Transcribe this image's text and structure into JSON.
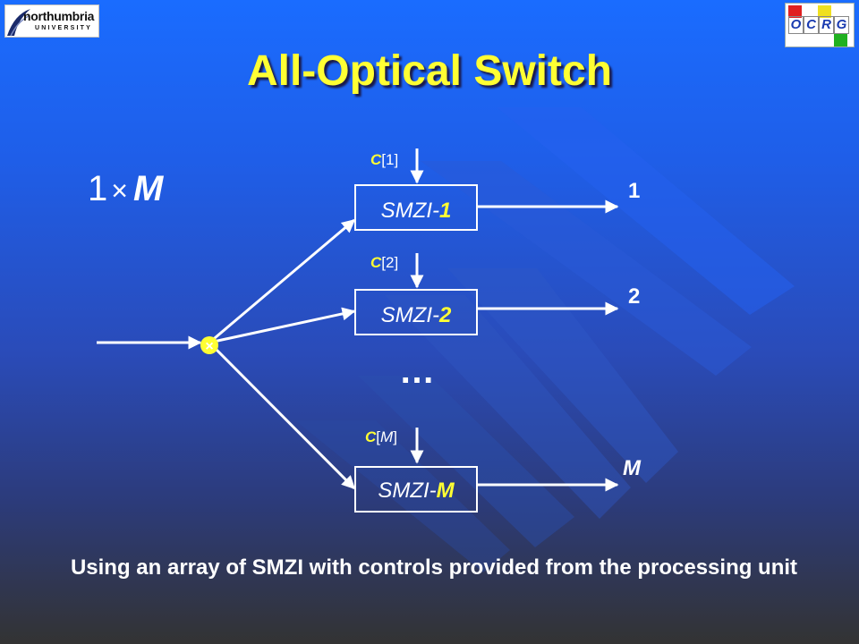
{
  "slide": {
    "title": "All-Optical Switch",
    "caption": "Using an array of SMZI with controls provided from the processing unit"
  },
  "logos": {
    "left": {
      "name": "northumbria",
      "sub": "UNIVERSITY"
    },
    "right": {
      "letters": [
        "O",
        "C",
        "R",
        "G"
      ],
      "colors": {
        "red": "#e02020",
        "green": "#20b020",
        "yellow": "#f0e020"
      }
    }
  },
  "diagram": {
    "switch_label": {
      "prefix": "1",
      "operator": "×",
      "var": "M"
    },
    "splitter": "×",
    "modules": [
      {
        "prefix": "SMZI-",
        "index": "1",
        "control": {
          "c": "C",
          "open": "[",
          "idx": "1",
          "close": "]"
        },
        "output": "1"
      },
      {
        "prefix": "SMZI-",
        "index": "2",
        "control": {
          "c": "C",
          "open": "[",
          "idx": "2",
          "close": "]"
        },
        "output": "2"
      },
      {
        "prefix": "SMZI-",
        "index": "M",
        "control": {
          "c": "C",
          "open": "[",
          "idx": "M",
          "close": "]"
        },
        "output": "M"
      }
    ],
    "ellipsis": "…"
  },
  "colors": {
    "accent_yellow": "#ffff33",
    "box_border": "#ffffff",
    "line": "#ffffff"
  }
}
